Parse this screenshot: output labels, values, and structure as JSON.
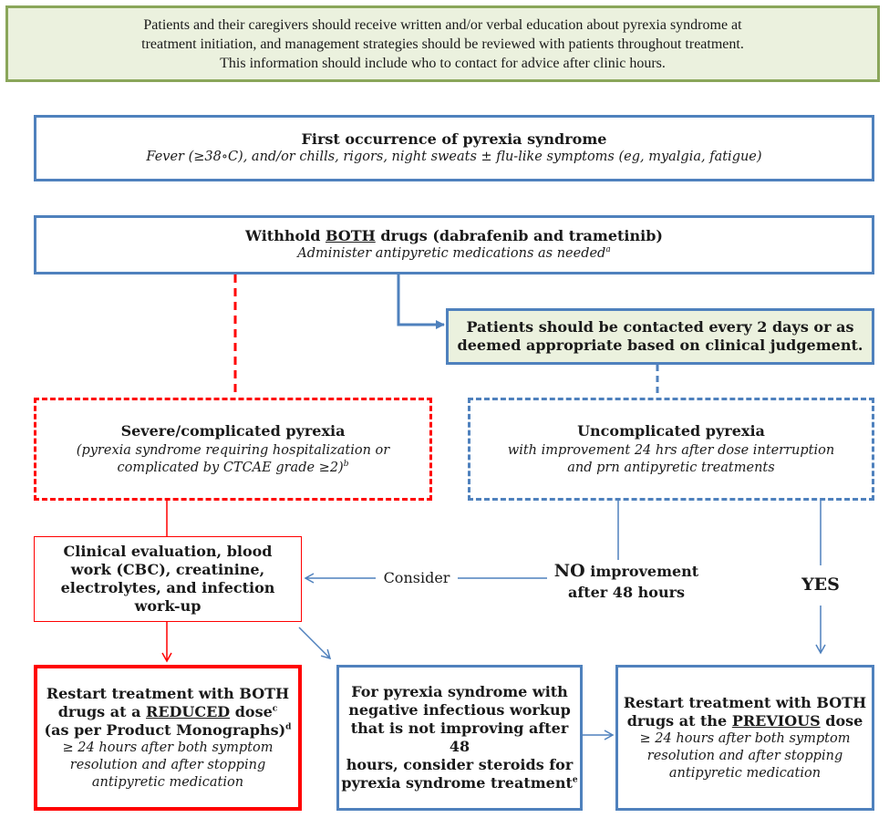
{
  "intro": {
    "text_line1": "Patients and their caregivers should receive written and/or verbal education about pyrexia syndrome at",
    "text_line2": "treatment initiation, and management strategies should be reviewed with patients throughout treatment.",
    "text_line3": "This information should include who to contact for advice after clinic hours."
  },
  "first_occurrence": {
    "title": "First occurrence of pyrexia syndrome",
    "detail": "Fever (≥38∘C), and/or chills, rigors, night sweats ± flu-like symptoms (eg, myalgia, fatigue)"
  },
  "withhold": {
    "title_pre": "Withhold ",
    "title_emph": "BOTH",
    "title_post": " drugs (dabrafenib and trametinib)",
    "detail": "Administer antipyretic medications as needed",
    "footnote": "a"
  },
  "contact": {
    "line1": "Patients should be contacted every 2 days or as",
    "line2": "deemed appropriate based on clinical judgement."
  },
  "severe": {
    "title": "Severe/complicated pyrexia",
    "detail_line1": "(pyrexia syndrome requiring hospitalization or",
    "detail_line2": "complicated by CTCAE grade ≥2)",
    "footnote": "b"
  },
  "uncomplicated": {
    "title": "Uncomplicated pyrexia",
    "detail_line1": "with improvement 24 hrs after dose interruption",
    "detail_line2": "and prn antipyretic treatments"
  },
  "evaluation": {
    "line1": "Clinical evaluation, blood",
    "line2": "work (CBC), creatinine,",
    "line3": "electrolytes, and infection",
    "line4": "work-up"
  },
  "labels": {
    "consider": "Consider",
    "no_improvement_big": "NO",
    "no_improvement_rest": " improvement",
    "after_48": "after 48 hours",
    "yes": "YES"
  },
  "reduced": {
    "line1": "Restart treatment with BOTH",
    "line2_pre": "drugs at a ",
    "line2_emph": "REDUCED",
    "line2_post": " dose",
    "footnote_c": "c",
    "line3": "(as per Product Monographs)",
    "footnote_d": "d",
    "detail_line1": "≥ 24 hours after both symptom",
    "detail_line2": "resolution and after stopping",
    "detail_line3": "antipyretic medication"
  },
  "steroids": {
    "line1": "For pyrexia syndrome with",
    "line2": "negative infectious workup",
    "line3": "that is not improving after 48",
    "line4": "hours, consider steroids for",
    "line5": "pyrexia syndrome treatment",
    "footnote": "e"
  },
  "previous": {
    "line1": "Restart treatment with BOTH",
    "line2_pre": "drugs at the ",
    "line2_emph": "PREVIOUS",
    "line2_post": " dose",
    "detail_line1": "≥ 24 hours after both symptom",
    "detail_line2": "resolution and after stopping",
    "detail_line3": "antipyretic medication"
  },
  "colors": {
    "blue": "#4f81bd",
    "red": "#ff0000",
    "green_border": "#8aa65a",
    "green_fill": "#ebf1de"
  }
}
